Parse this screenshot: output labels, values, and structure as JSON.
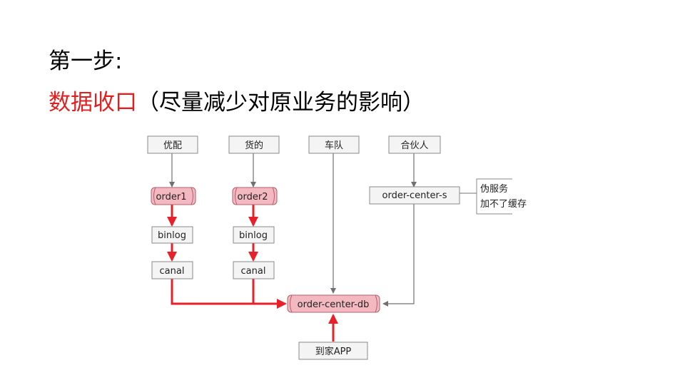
{
  "heading": {
    "step": "第一步:",
    "main_red": "数据收口",
    "main_rest": "（尽量减少对原业务的影响）"
  },
  "diagram": {
    "sources": {
      "youpei": "优配",
      "huode": "货的",
      "chedui": "车队",
      "hehuoren": "合伙人"
    },
    "queues": {
      "order1": "order1",
      "order2": "order2"
    },
    "binlog1": "binlog",
    "binlog2": "binlog",
    "canal1": "canal",
    "canal2": "canal",
    "service": "order-center-s",
    "note_line1": "伪服务",
    "note_line2": "加不了缓存",
    "db": "order-center-db",
    "app": "到家APP"
  },
  "colors": {
    "accent_red": "#e02020",
    "queue_fill": "#f4b8c0",
    "box_fill": "#f4f4f4",
    "arrow_red": "#e8202a",
    "arrow_gray": "#707070"
  }
}
